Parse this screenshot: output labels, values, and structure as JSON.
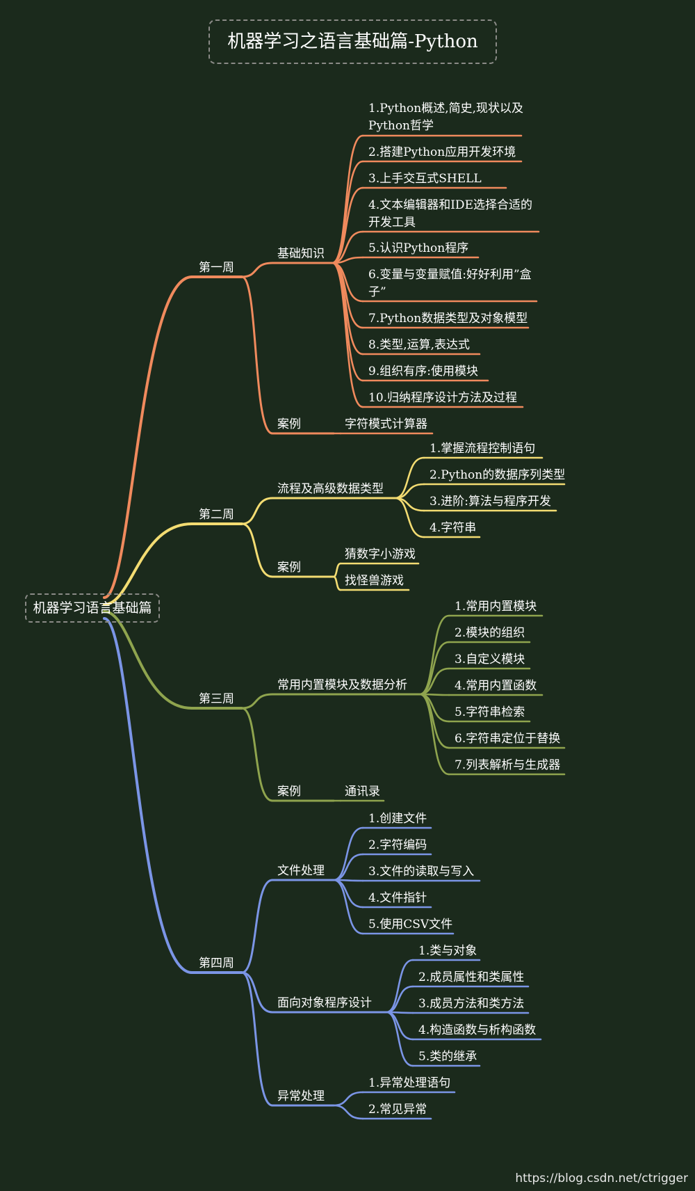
{
  "title": "机器学习之语言基础篇-Python",
  "root": "机器学习语言基础篇",
  "colors": {
    "w1": "#f08a5d",
    "w2": "#f3dc72",
    "w3": "#8fa44e",
    "w4": "#7b95e6"
  },
  "weeks": [
    {
      "label": "第一周",
      "topics": [
        {
          "label": "基础知识",
          "items": [
            "1.Python概述,简史,现状以及\nPython哲学",
            "2.搭建Python应用开发环境",
            "3.上手交互式SHELL",
            "4.文本编辑器和IDE选择合适的\n开发工具",
            "5.认识Python程序",
            "6.变量与变量赋值:好好利用”盒\n子”",
            "7.Python数据类型及对象模型",
            "8.类型,运算,表达式",
            "9.组织有序:使用模块",
            "10.归纳程序设计方法及过程"
          ]
        },
        {
          "label": "案例",
          "items": [
            "字符模式计算器"
          ]
        }
      ]
    },
    {
      "label": "第二周",
      "topics": [
        {
          "label": "流程及高级数据类型",
          "items": [
            "1.掌握流程控制语句",
            "2.Python的数据序列类型",
            "3.进阶:算法与程序开发",
            "4.字符串"
          ]
        },
        {
          "label": "案例",
          "items": [
            "猜数字小游戏",
            "找怪兽游戏"
          ]
        }
      ]
    },
    {
      "label": "第三周",
      "topics": [
        {
          "label": "常用内置模块及数据分析",
          "items": [
            "1.常用内置模块",
            "2.模块的组织",
            "3.自定义模块",
            "4.常用内置函数",
            "5.字符串检索",
            "6.字符串定位于替换",
            "7.列表解析与生成器"
          ]
        },
        {
          "label": "案例",
          "items": [
            "通讯录"
          ]
        }
      ]
    },
    {
      "label": "第四周",
      "topics": [
        {
          "label": "文件处理",
          "items": [
            "1.创建文件",
            "2.字符编码",
            "3.文件的读取与写入",
            "4.文件指针",
            "5.使用CSV文件"
          ]
        },
        {
          "label": "面向对象程序设计",
          "items": [
            "1.类与对象",
            "2.成员属性和类属性",
            "3.成员方法和类方法",
            "4.构造函数与析构函数",
            "5.类的继承"
          ]
        },
        {
          "label": "异常处理",
          "items": [
            "1.异常处理语句",
            "2.常见异常"
          ]
        }
      ]
    }
  ],
  "watermark": "https://blog.csdn.net/ctrigger"
}
